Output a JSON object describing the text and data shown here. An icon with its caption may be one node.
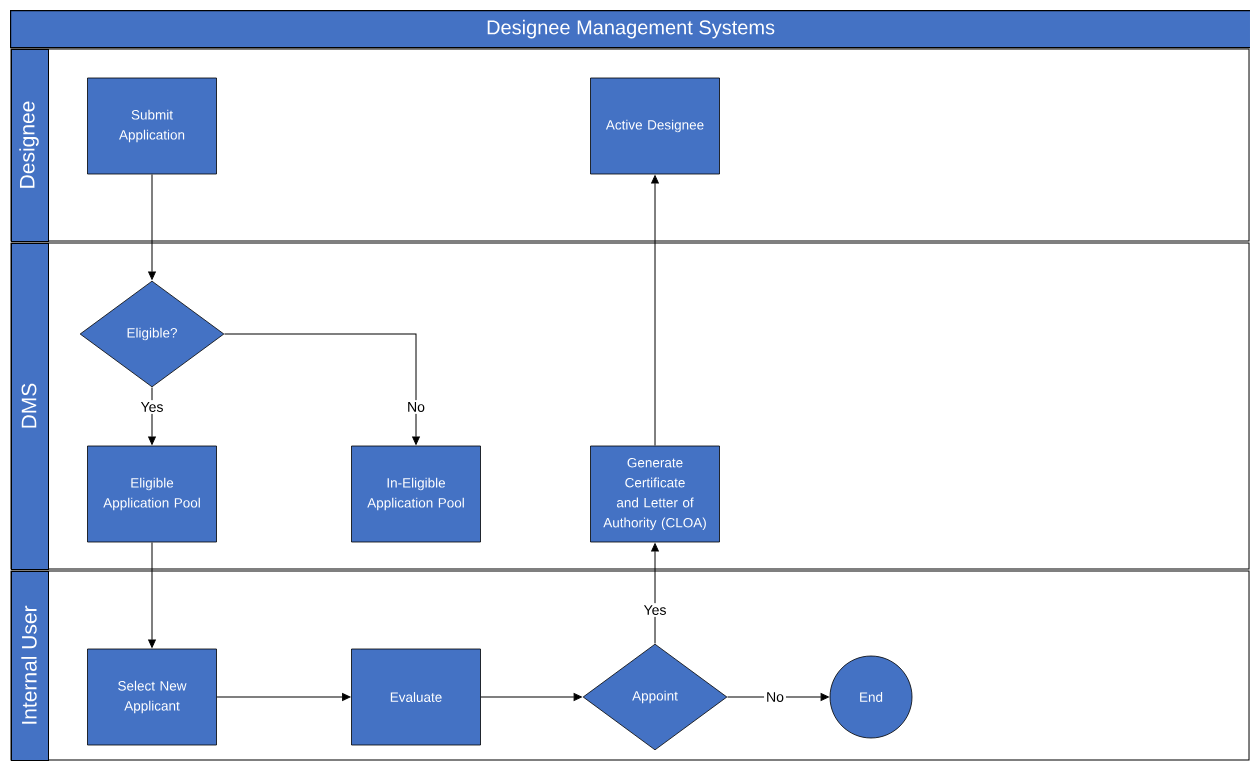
{
  "diagram": {
    "title": "Designee Management Systems",
    "nodes": [
      {
        "text": [
          "Designee"
        ]
      },
      {
        "text": [
          "Submit Application"
        ],
        "in": 0
      },
      {
        "text": [
          "Active Designee"
        ],
        "in": 0
      },
      {
        "text": [
          "DMS"
        ]
      },
      {
        "text": [
          "Eligible?"
        ],
        "in": 3
      },
      {
        "text": [
          "Eligible Application Pool"
        ],
        "in": 3
      },
      {
        "text": [
          "In-Eligible Application Pool"
        ],
        "in": 3
      },
      {
        "text": [
          "Generate Certificate and Letter of Authority (CLOA)"
        ],
        "in": 3
      },
      {
        "text": [
          "Internal User"
        ]
      },
      {
        "text": [
          "Select New Applicant"
        ],
        "in": 8
      },
      {
        "text": [
          "Evaluate"
        ],
        "in": 8
      },
      {
        "text": [
          "Appoint"
        ],
        "in": 8
      },
      {
        "text": [
          "End"
        ],
        "in": 8
      }
    ],
    "edges": [
      {
        "from": 1,
        "to": 4,
        "arrow": "to"
      },
      {
        "from": 4,
        "to": 5,
        "arrow": "to",
        "label": "Yes"
      },
      {
        "from": 4,
        "to": 6,
        "arrow": "to",
        "label": "No"
      },
      {
        "from": 5,
        "to": 9,
        "arrow": "to"
      },
      {
        "from": 9,
        "to": 10,
        "arrow": "to"
      },
      {
        "from": 10,
        "to": 11,
        "arrow": "to"
      },
      {
        "from": 11,
        "to": 7,
        "arrow": "to",
        "label": "Yes"
      },
      {
        "from": 11,
        "to": 12,
        "arrow": "to",
        "label": "No"
      },
      {
        "from": 7,
        "to": 2,
        "arrow": "to"
      }
    ]
  }
}
